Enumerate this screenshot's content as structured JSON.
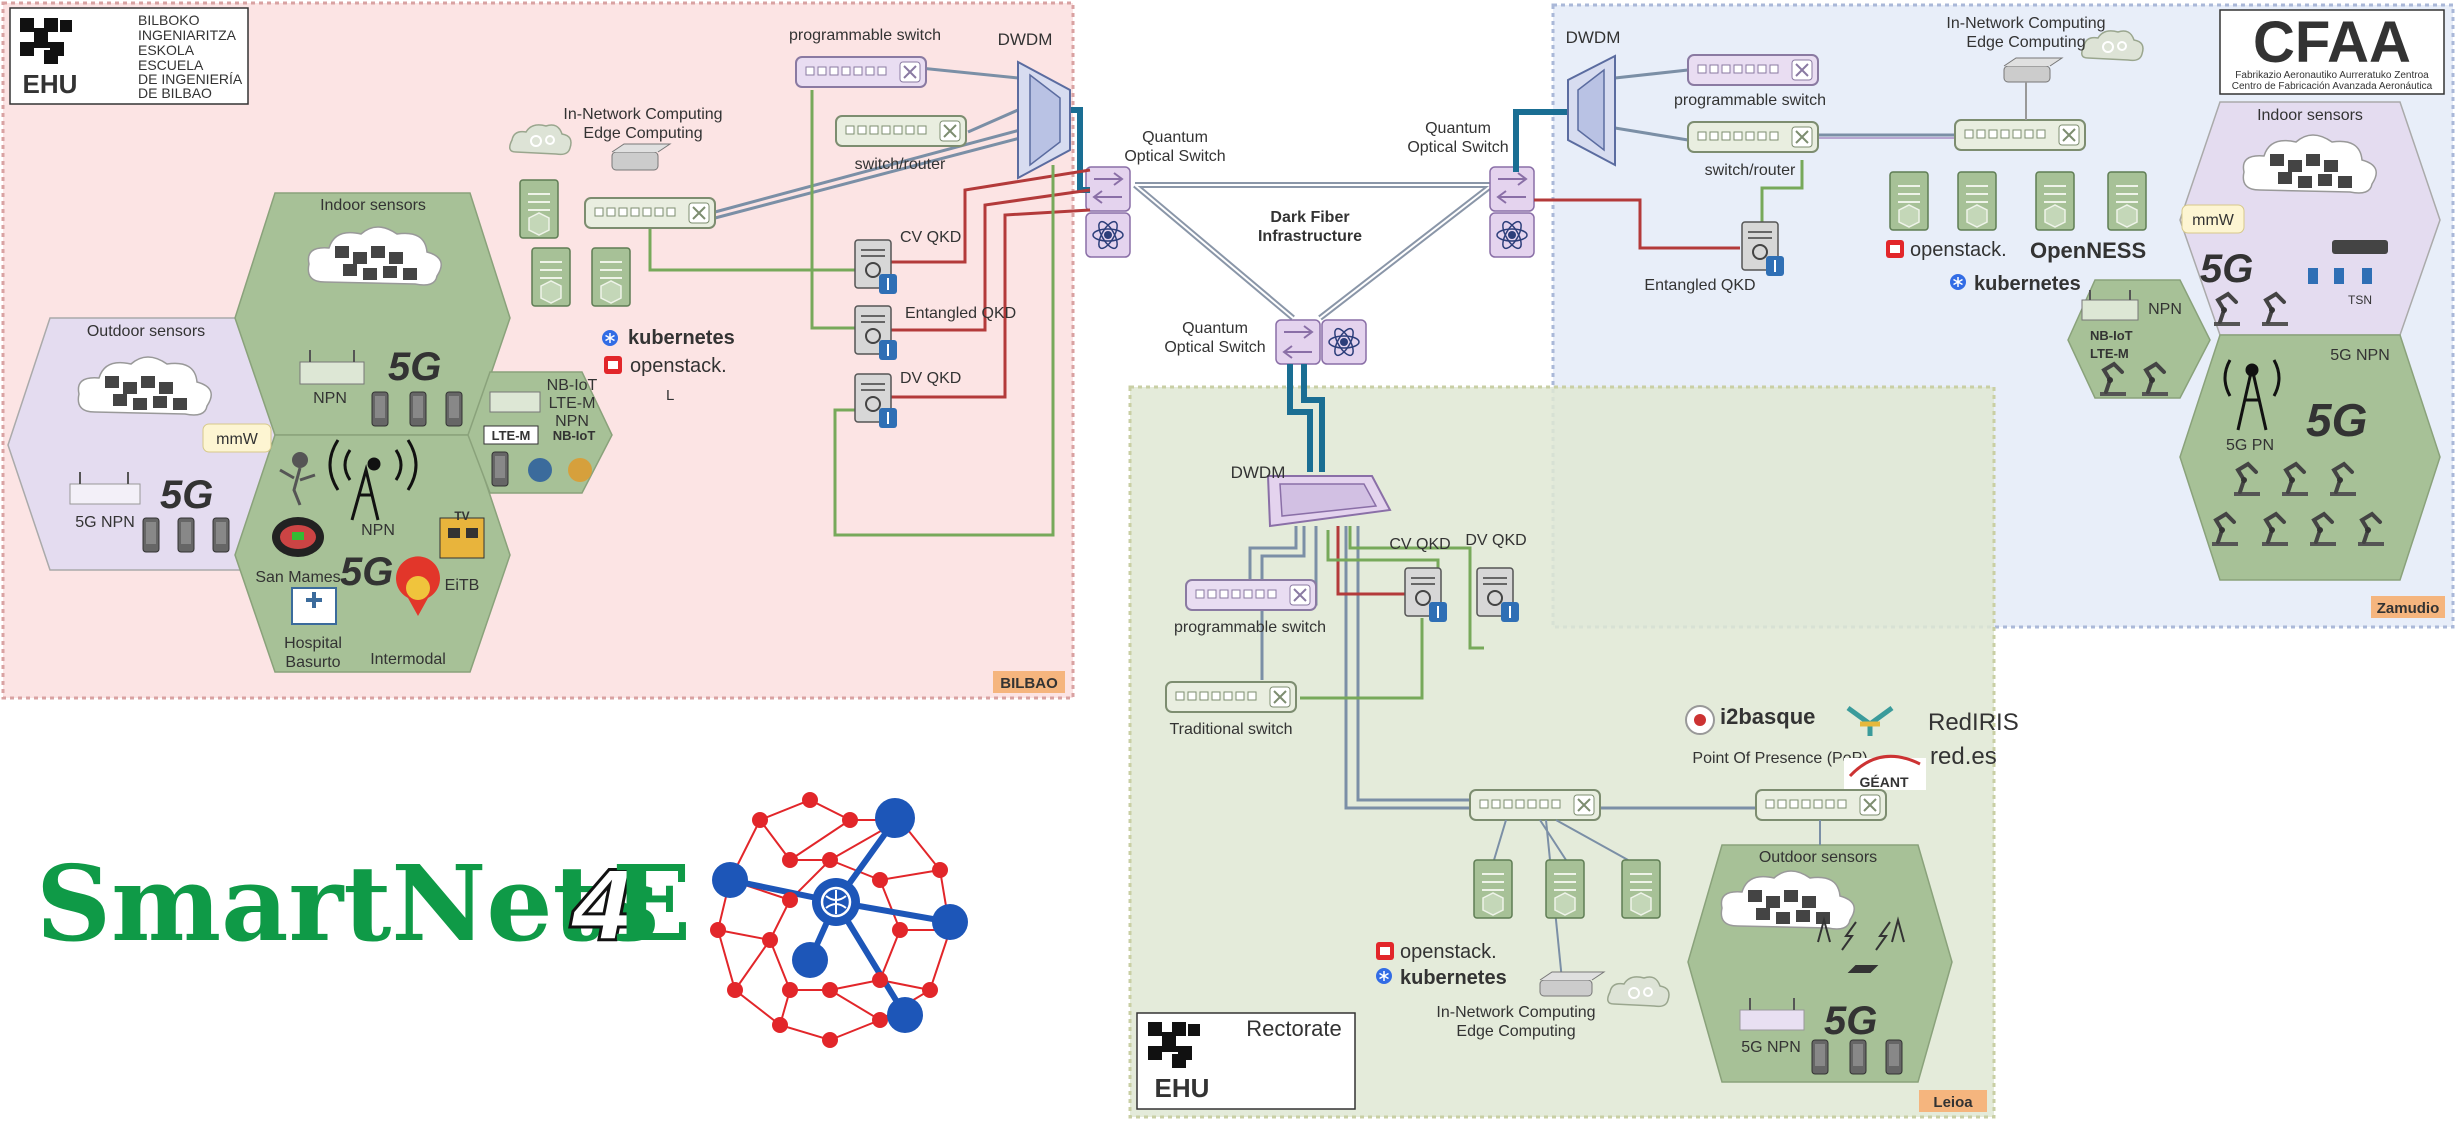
{
  "regions": {
    "bilbao": {
      "tag": "BILBAO"
    },
    "zamudio": {
      "tag": "Zamudio"
    },
    "leioa": {
      "tag": "Leioa"
    }
  },
  "ehu_top": {
    "logo": "EHU",
    "line1": "BILBOKO",
    "line2": "INGENIARITZA",
    "line3": "ESKOLA",
    "line4": "ESCUELA",
    "line5": "DE INGENIERÍA",
    "line6": "DE BILBAO"
  },
  "cfaa": {
    "logo": "CFAA",
    "line1": "Fabrikazio Aeronautiko Aurreratuko Zentroa",
    "line2": "Centro de Fabricación Avanzada Aeronáutica"
  },
  "rectorate": {
    "logo": "EHU",
    "label": "Rectorate"
  },
  "core": {
    "dark_fiber_1": "Dark Fiber",
    "dark_fiber_2": "Infrastructure",
    "qos_1": "Quantum",
    "qos_2": "Optical Switch"
  },
  "bilbao": {
    "dwdm": "DWDM",
    "prog_switch": "programmable switch",
    "switch_router": "switch/router",
    "inc_1": "In-Network Computing",
    "inc_2": "Edge Computing",
    "cv_qkd": "CV QKD",
    "entangled_qkd": "Entangled QKD",
    "dv_qkd": "DV QKD",
    "kubernetes": "kubernetes",
    "openstack": "openstack.",
    "l_label": "L",
    "indoor": "Indoor sensors",
    "outdoor": "Outdoor sensors",
    "npn": "NPN",
    "fiveg": "5G",
    "mmw": "mmW",
    "fiveg_npn": "5G NPN",
    "nbiot_1": "NB-IoT",
    "nbiot_2": "LTE-M",
    "nbiot_3": "NPN",
    "ltem_badge": "LTE-M",
    "nbiot_badge": "NB-IoT",
    "npn2": "NPN",
    "san_mames": "San Mames",
    "eitb": "EiTB",
    "tv": "TV",
    "hospital_1": "Hospital",
    "hospital_2": "Basurto",
    "intermodal": "Intermodal"
  },
  "zamudio": {
    "dwdm": "DWDM",
    "prog_switch": "programmable switch",
    "switch_router": "switch/router",
    "inc_1": "In-Network Computing",
    "inc_2": "Edge Computing",
    "entangled_qkd": "Entangled QKD",
    "openstack": "openstack.",
    "openness": "OpenNESS",
    "kubernetes": "kubernetes",
    "indoor": "Indoor sensors",
    "mmw": "mmW",
    "fiveg": "5G",
    "tsn": "TSN",
    "npn": "NPN",
    "nbiot_badge": "NB-IoT",
    "ltem_badge": "LTE-M",
    "fiveg_npn": "5G NPN",
    "fiveg_pn": "5G PN"
  },
  "leioa": {
    "dwdm": "DWDM",
    "cv_qkd": "CV QKD",
    "dv_qkd": "DV QKD",
    "prog_switch": "programmable switch",
    "trad_switch": "Traditional switch",
    "i2basque": "i2basque",
    "rediris": "RedIRIS",
    "pop": "Point Of Presence (PoP)",
    "redes": "red.es",
    "geant": "GÉANT",
    "openstack": "openstack.",
    "kubernetes": "kubernetes",
    "inc_1": "In-Network Computing",
    "inc_2": "Edge Computing",
    "outdoor": "Outdoor sensors",
    "fiveg_npn": "5G NPN",
    "fiveg": "5G"
  },
  "brand": {
    "text1": "SmartNets",
    "text2": "4",
    "text3": "E"
  },
  "colors": {
    "bilbao_bg": "#fce4e4",
    "zamudio_bg": "#e8eef9",
    "leioa_bg": "#dfe8d4",
    "hex_green": "#a7c197",
    "hex_lavender": "#e4dcf0",
    "switch_fill": "#e9eee0",
    "prog_fill": "#e9ddf2",
    "fiber_teal": "#1a6e93",
    "qkd_red": "#b33a3a",
    "green_link": "#77a95a",
    "brand_green": "#0f9a47",
    "net_red": "#e2262a",
    "net_blue": "#1d56b8"
  }
}
